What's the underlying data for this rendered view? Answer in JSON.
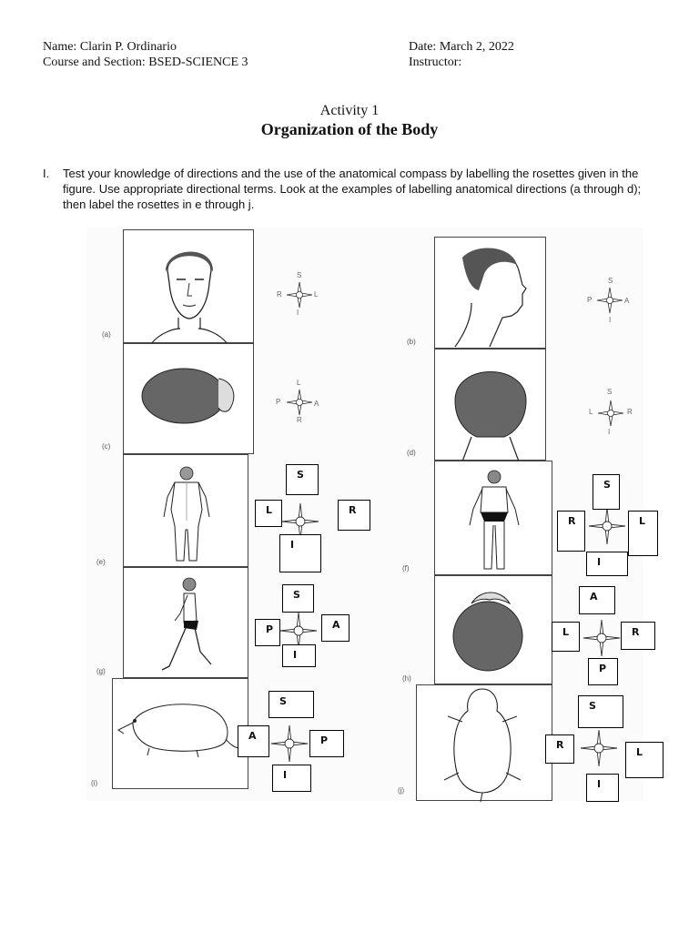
{
  "header": {
    "name": "Name: Clarin P. Ordinario",
    "course": "Course and Section: BSED-SCIENCE 3",
    "date": "Date: March 2, 2022",
    "instructor": "Instructor:"
  },
  "title": {
    "activity": "Activity 1",
    "heading": "Organization of the Body"
  },
  "instruction": {
    "number": "I.",
    "text": "Test your knowledge of directions and the use of the anatomical compass by labelling the rosettes given in the figure. Use appropriate directional terms. Look at the examples of labelling anatomical directions (a through d); then label the rosettes in e through j."
  },
  "figures": {
    "a": {
      "tag": "(a)",
      "top": "S",
      "bottom": "I",
      "left": "R",
      "right": "L"
    },
    "b": {
      "tag": "(b)",
      "top": "S",
      "bottom": "I",
      "left": "P",
      "right": "A"
    },
    "c": {
      "tag": "(c)",
      "top": "L",
      "bottom": "R",
      "left": "P",
      "right": "A"
    },
    "d": {
      "tag": "(d)",
      "top": "S",
      "bottom": "I",
      "left": "L",
      "right": "R"
    },
    "e": {
      "tag": "(e)",
      "top": "S",
      "bottom": "I",
      "left": "L",
      "right": "R"
    },
    "f": {
      "tag": "(f)",
      "top": "S",
      "bottom": "I",
      "left": "R",
      "right": "L"
    },
    "g": {
      "tag": "(g)",
      "top": "S",
      "bottom": "I",
      "left": "P",
      "right": "A"
    },
    "h": {
      "tag": "(h)",
      "top": "A",
      "bottom": "P",
      "left": "L",
      "right": "R"
    },
    "i": {
      "tag": "(i)",
      "top": "S",
      "bottom": "I",
      "left": "A",
      "right": "P"
    },
    "j": {
      "tag": "(j)",
      "top": "S",
      "bottom": "I",
      "left": "R",
      "right": "L"
    }
  }
}
